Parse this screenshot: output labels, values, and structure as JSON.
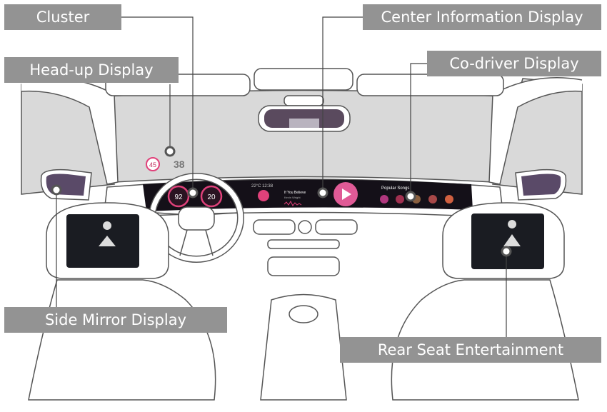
{
  "labels": {
    "cluster": "Cluster",
    "center_display": "Center Information Display",
    "hud": "Head-up Display",
    "codriver": "Co-driver Display",
    "side_mirror": "Side Mirror Display",
    "rear_seat": "Rear Seat Entertainment"
  },
  "hud_readout": {
    "speed_limit": "45",
    "speed": "38"
  },
  "cluster_readout": {
    "left_gauge": "92",
    "right_gauge": "20"
  },
  "center_screen": {
    "status": "22°C  12:38",
    "track_title": "If You Believe",
    "track_artist": "Kevin Wright"
  },
  "codriver_screen": {
    "heading": "Popular Songs"
  },
  "colors": {
    "label_bg": "#939393",
    "label_text": "#ffffff",
    "window_tint": "#d9d9d9",
    "line_art": "#555555",
    "screen_bg": "#141018",
    "accent_pink": "#e0417a"
  }
}
